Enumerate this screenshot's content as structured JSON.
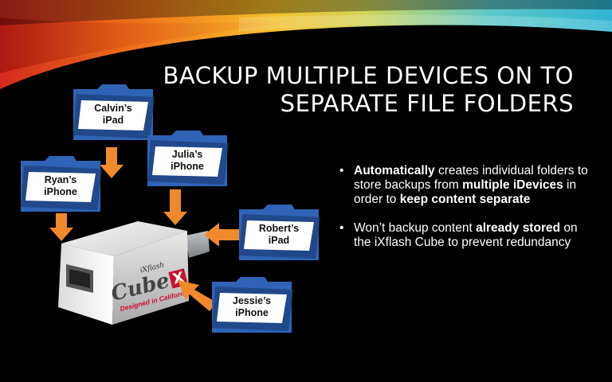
{
  "title": [
    "BACKUP MULTIPLE DEVICES ON TO",
    "SEPARATE FILE FOLDERS"
  ],
  "bullets": [
    {
      "parts": [
        {
          "text": "Automatically",
          "bold": true
        },
        {
          "text": " creates individual folders to store backups from ",
          "bold": false
        },
        {
          "text": "multiple iDevices",
          "bold": true
        },
        {
          "text": " in order to ",
          "bold": false
        },
        {
          "text": "keep content separate",
          "bold": true
        }
      ]
    },
    {
      "parts": [
        {
          "text": "Won’t backup content ",
          "bold": false
        },
        {
          "text": "already stored",
          "bold": true
        },
        {
          "text": " on the iXflash Cube to prevent redundancy",
          "bold": false
        }
      ]
    }
  ],
  "folders": [
    {
      "id": "calvin",
      "line1": "Calvin’s",
      "line2": "iPad"
    },
    {
      "id": "julia",
      "line1": "Julia’s",
      "line2": "iPhone"
    },
    {
      "id": "ryan",
      "line1": "Ryan’s",
      "line2": "iPhone"
    },
    {
      "id": "robert",
      "line1": "Robert’s",
      "line2": "iPad"
    },
    {
      "id": "jessie",
      "line1": "Jessie’s",
      "line2": "iPhone"
    }
  ],
  "device": {
    "brand": "iXflash",
    "name": "Cube",
    "mark": "X",
    "tagline": "Designed in California"
  },
  "colors": {
    "folder": "#2f63b5",
    "folder_shadow": "#1b3d78",
    "arrow": "#f08a2c",
    "accent_red": "#c8102e"
  }
}
